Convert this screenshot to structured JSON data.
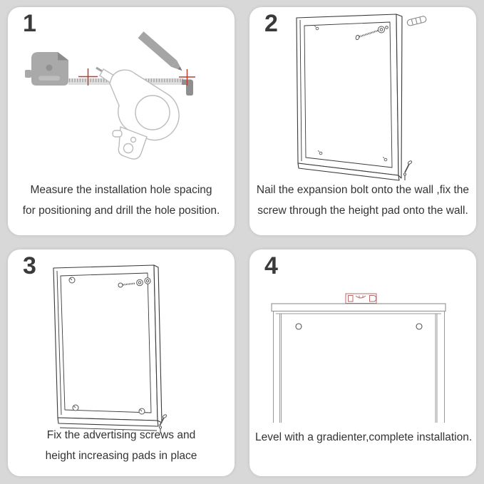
{
  "page": {
    "background_color": "#d8d8d8",
    "card_color": "#ffffff",
    "text_color": "#333333",
    "accent_red": "#c03a30",
    "tool_gray": "#a7a7a7"
  },
  "steps": [
    {
      "number": "1",
      "lines": [
        "Measure the installation hole spacing",
        "for positioning and drill the hole position."
      ],
      "illustration": "tape-measure-drill-pencil-marking"
    },
    {
      "number": "2",
      "lines": [
        "Nail the expansion bolt onto the wall ,fix the",
        "screw through the height pad onto the wall."
      ],
      "illustration": "frame-with-expansion-bolt-and-screw"
    },
    {
      "number": "3",
      "lines": [
        "Fix the advertising screws and",
        "height increasing pads in place"
      ],
      "illustration": "frame-with-advertising-screws-and-pads"
    },
    {
      "number": "4",
      "lines": [
        "Level with a gradienter,complete installation."
      ],
      "illustration": "frame-top-with-spirit-level"
    }
  ]
}
